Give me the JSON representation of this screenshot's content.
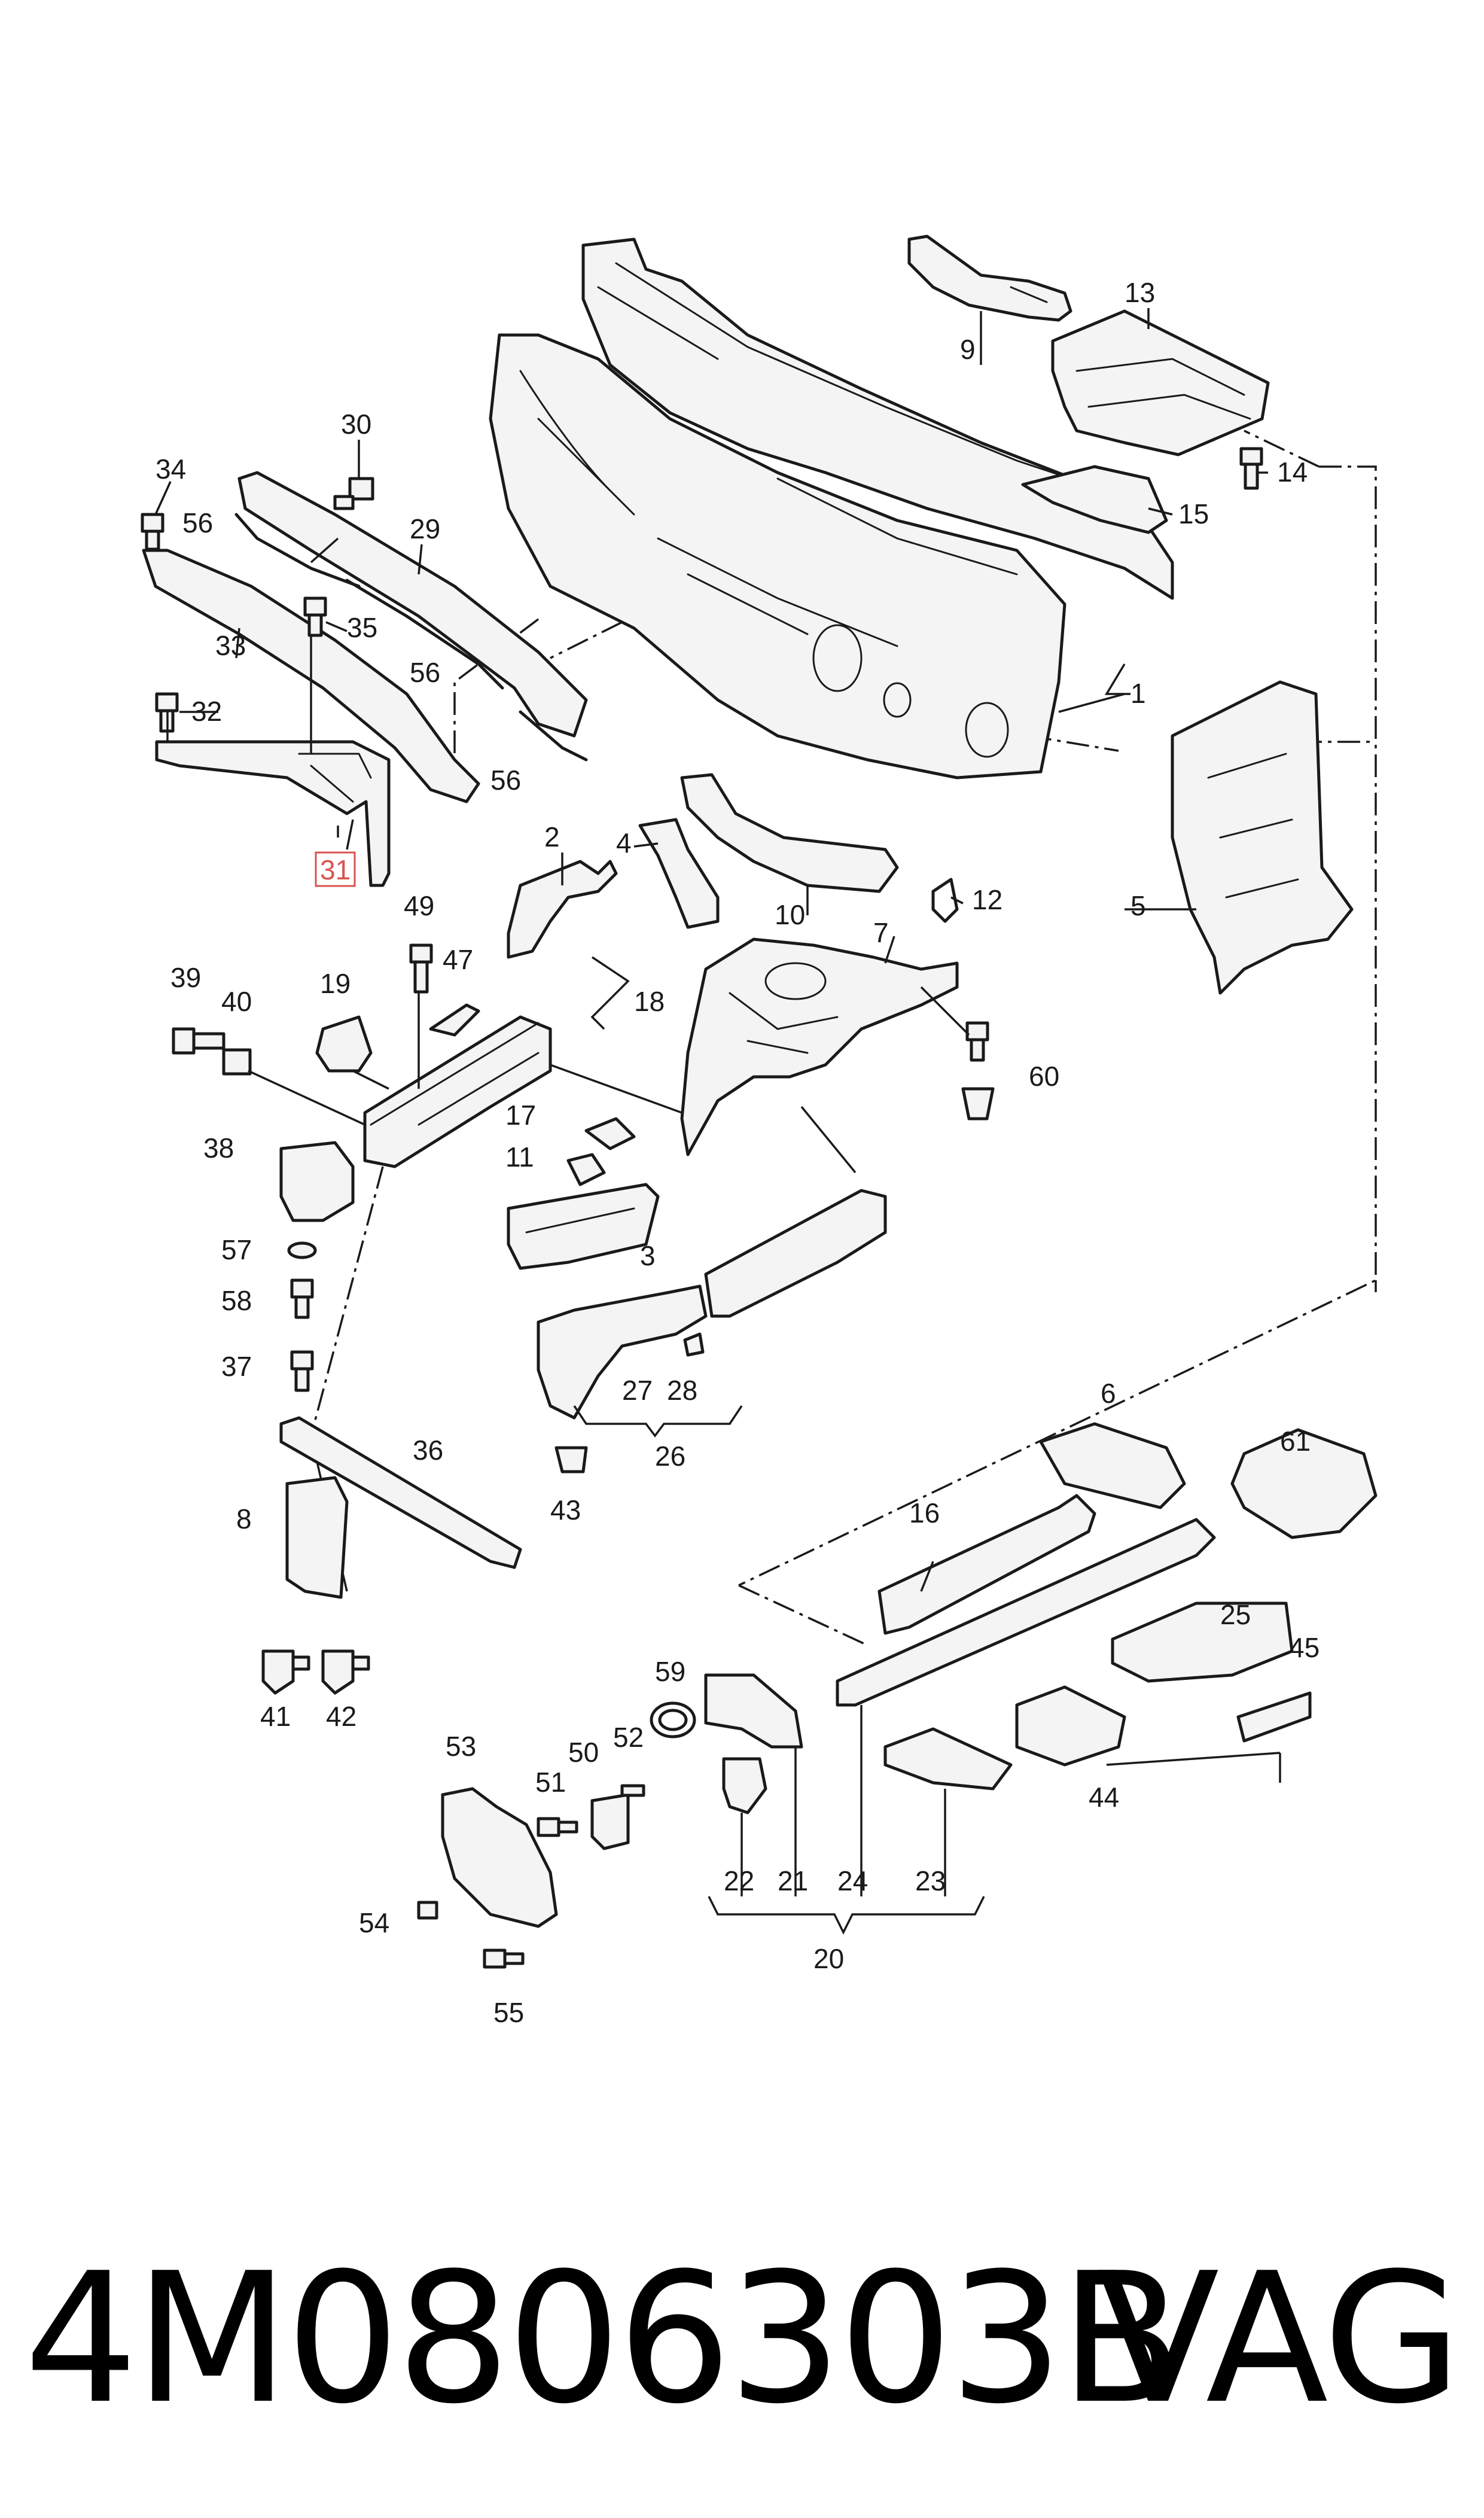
{
  "callouts": [
    "1",
    "2",
    "3",
    "4",
    "5",
    "6",
    "7",
    "8",
    "9",
    "10",
    "11",
    "12",
    "13",
    "14",
    "15",
    "16",
    "17",
    "18",
    "19",
    "20",
    "21",
    "22",
    "23",
    "24",
    "25",
    "26",
    "27",
    "28",
    "29",
    "30",
    "31",
    "32",
    "33",
    "34",
    "35",
    "36",
    "37",
    "38",
    "39",
    "40",
    "41",
    "42",
    "43",
    "44",
    "45",
    "47",
    "49",
    "50",
    "51",
    "52",
    "53",
    "54",
    "55",
    "56",
    "56",
    "56",
    "57",
    "58",
    "59",
    "60",
    "61"
  ],
  "highlighted_callout": "31",
  "highlight_color": "#d9534f",
  "footer": {
    "part_number": "4M0806303B",
    "brand": "VAG"
  }
}
